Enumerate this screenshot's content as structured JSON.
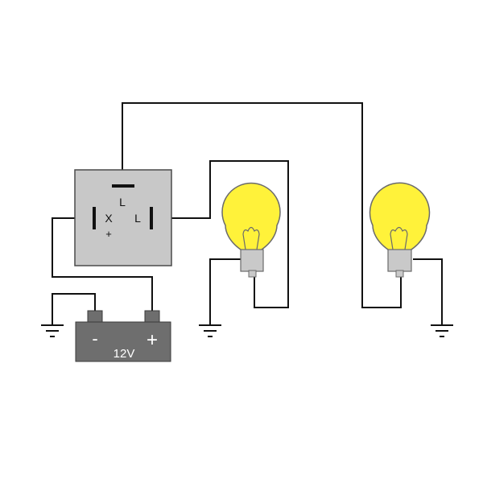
{
  "relay": {
    "pin_top": "L",
    "pin_left": "X",
    "pin_left_sub": "+",
    "pin_right": "L"
  },
  "battery": {
    "negative": "-",
    "positive": "+",
    "voltage": "12V"
  },
  "colors": {
    "wire": "#111111",
    "relay_fill": "#c8c8c8",
    "battery_fill": "#6e6e6e",
    "bulb_glass": "#fff23a",
    "bulb_base": "#c9c9c9"
  }
}
